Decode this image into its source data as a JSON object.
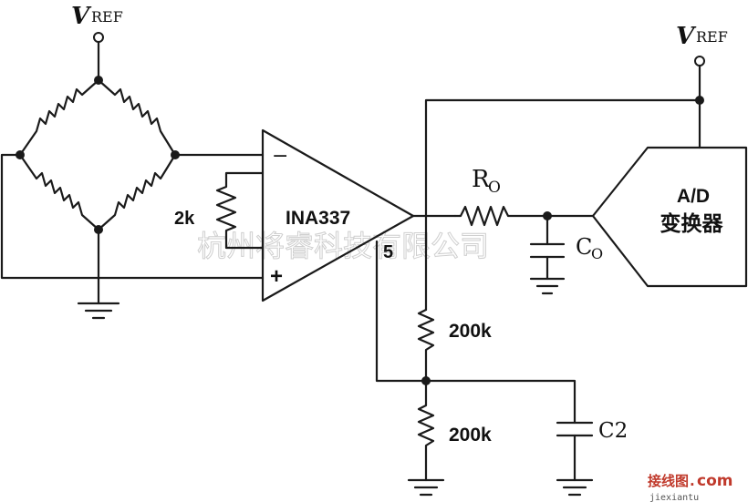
{
  "vref_left": {
    "main": "V",
    "sub": "REF"
  },
  "vref_right": {
    "main": "V",
    "sub": "REF"
  },
  "amp": {
    "name": "INA337",
    "pin5": "5",
    "minus": "−",
    "plus": "+"
  },
  "gain_resistor": "2k",
  "ro": {
    "main": "R",
    "sub": "O"
  },
  "co": {
    "main": "C",
    "sub": "O"
  },
  "adc": {
    "line1": "A/D",
    "line2": "变换器"
  },
  "r_upper": "200k",
  "r_lower": "200k",
  "c2": "C2",
  "watermark": "杭州将睿科技有限公司",
  "footer_logo": {
    "cn": "接线图",
    "dot": ".",
    "com": "com",
    "url": "jiexiantu"
  }
}
